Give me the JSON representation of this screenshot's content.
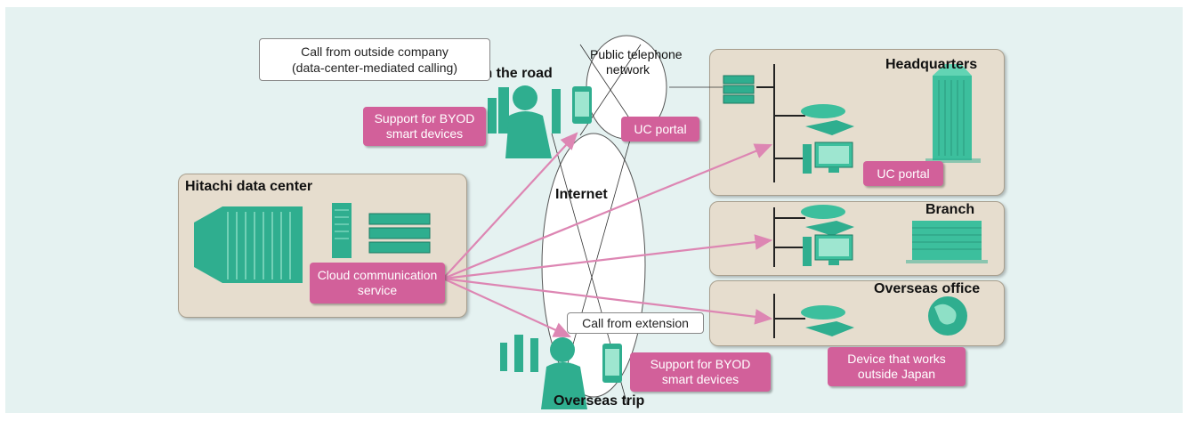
{
  "nodes": {
    "headquarters": "Headquarters",
    "branch": "Branch",
    "overseas_office": "Overseas office",
    "hitachi_dc": "Hitachi data center",
    "on_the_road": "On the road",
    "overseas_trip": "Overseas trip",
    "internet": "Internet",
    "pstn_line1": "Public telephone",
    "pstn_line2": "network"
  },
  "labels": {
    "byod_top_l1": "Support for BYOD",
    "byod_top_l2": "smart devices",
    "byod_bottom_l1": "Support for BYOD",
    "byod_bottom_l2": "smart devices",
    "uc_portal_road": "UC portal",
    "uc_portal_hq": "UC portal",
    "cloud_l1": "Cloud communication",
    "cloud_l2": "service",
    "device_l1": "Device that works",
    "device_l2": "outside Japan"
  },
  "callouts": {
    "outside_l1": "Call from outside company",
    "outside_l2": "(data-center-mediated calling)",
    "extension": "Call from extension"
  },
  "colors": {
    "background": "#e5f2f1",
    "panel": "#e6ddce",
    "accent_pink": "#d2609a",
    "equipment_green": "#2fae8f"
  }
}
